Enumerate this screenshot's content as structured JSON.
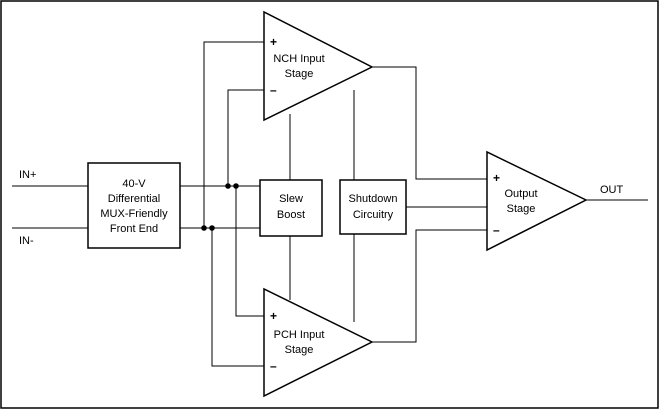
{
  "diagram": {
    "inputs": {
      "in_plus": "IN+",
      "in_minus": "IN-"
    },
    "output": "OUT",
    "front_end": {
      "lines": [
        "40-V",
        "Differential",
        "MUX-Friendly",
        "Front End"
      ]
    },
    "slew_boost": {
      "lines": [
        "Slew",
        "Boost"
      ]
    },
    "shutdown": {
      "lines": [
        "Shutdown",
        "Circuitry"
      ]
    },
    "nch_stage": {
      "lines": [
        "NCH Input",
        "Stage"
      ],
      "plus": "+",
      "minus": "–"
    },
    "pch_stage": {
      "lines": [
        "PCH Input",
        "Stage"
      ],
      "plus": "+",
      "minus": "–"
    },
    "output_stage": {
      "lines": [
        "Output",
        "Stage"
      ],
      "plus": "+",
      "minus": "–"
    }
  }
}
